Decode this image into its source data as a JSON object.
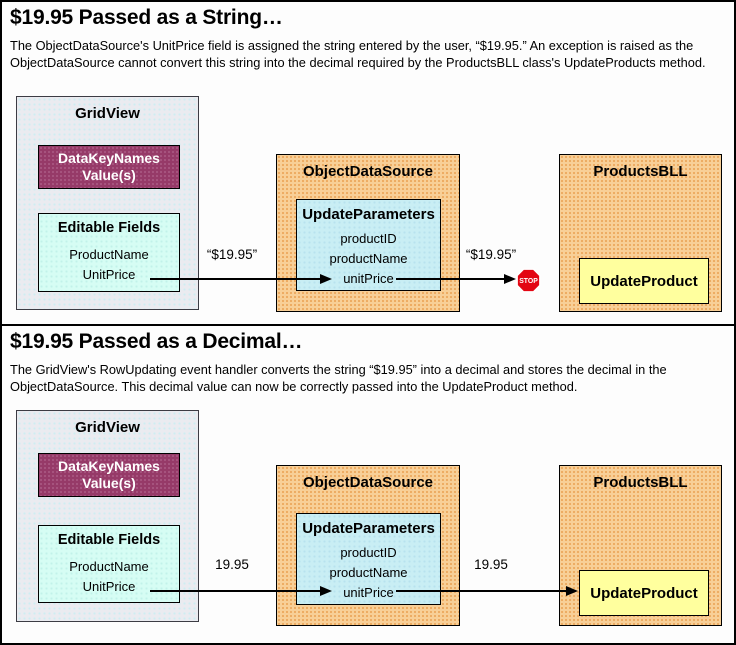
{
  "panels": [
    {
      "title": "$19.95 Passed as a String…",
      "description": "The ObjectDataSource's UnitPrice field is assigned the string entered by the user, “$19.95.” An exception is raised as the ObjectDataSource cannot convert this string into the decimal required by the ProductsBLL class's UpdateProducts method.",
      "gridview": {
        "title": "GridView",
        "datakeynames_line1": "DataKeyNames",
        "datakeynames_line2": "Value(s)",
        "editable_fields_title": "Editable Fields",
        "fields": [
          "ProductName",
          "UnitPrice"
        ]
      },
      "objectdatasource": {
        "title": "ObjectDataSource",
        "updateparameters_title": "UpdateParameters",
        "parameters": [
          "productID",
          "productName",
          "unitPrice"
        ]
      },
      "productsbll": {
        "title": "ProductsBLL",
        "method": "UpdateProduct"
      },
      "arrow1_label": "“$19.95”",
      "arrow2_label": "“$19.95”",
      "stop_label": "STOP"
    },
    {
      "title": "$19.95 Passed as a Decimal…",
      "description": "The GridView's RowUpdating event handler converts the string “$19.95” into a decimal and stores the decimal in the ObjectDataSource. This decimal value can now be correctly passed into the UpdateProduct method.",
      "gridview": {
        "title": "GridView",
        "datakeynames_line1": "DataKeyNames",
        "datakeynames_line2": "Value(s)",
        "editable_fields_title": "Editable Fields",
        "fields": [
          "ProductName",
          "UnitPrice"
        ]
      },
      "objectdatasource": {
        "title": "ObjectDataSource",
        "updateparameters_title": "UpdateParameters",
        "parameters": [
          "productID",
          "productName",
          "unitPrice"
        ]
      },
      "productsbll": {
        "title": "ProductsBLL",
        "method": "UpdateProduct"
      },
      "arrow1_label": "19.95",
      "arrow2_label": "19.95"
    }
  ],
  "colors": {
    "gridview_bg": "#eaebf0",
    "datakeynames_bg": "#963a68",
    "editable_fields_bg": "#d6fdf4",
    "source_bg": "#f8cf97",
    "updateparameters_bg": "#c9eef4",
    "updateproduct_bg": "#ffff9e",
    "stop_red": "#e30613",
    "border": "#000000"
  }
}
